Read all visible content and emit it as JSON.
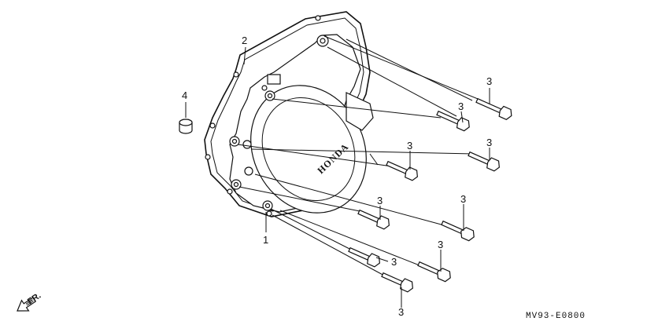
{
  "diagram": {
    "logo_text": "HONDA",
    "direction_label": "FR.",
    "diagram_code": "MV93-E0800",
    "callouts": {
      "cover": "1",
      "gasket": "2",
      "bolt": "3",
      "dowel": "4"
    }
  }
}
